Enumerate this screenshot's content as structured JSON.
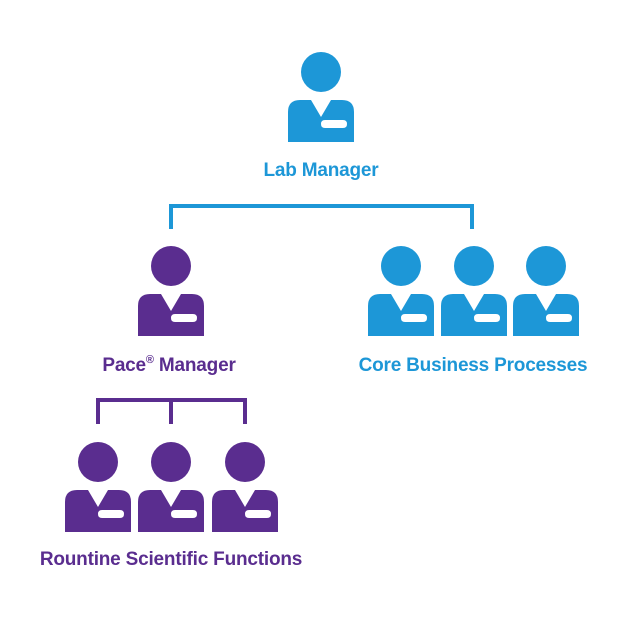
{
  "colors": {
    "blue": "#1d97d7",
    "purple": "#5a2d8f"
  },
  "nodes": {
    "lab_manager": {
      "label": "Lab Manager",
      "icon": "person-icon",
      "count": 1
    },
    "pace_manager": {
      "label_main": "Pace",
      "label_mark": "®",
      "label_rest": " Manager",
      "icon": "person-icon",
      "count": 1
    },
    "core_business": {
      "label": "Core Business Processes",
      "icon": "person-icon",
      "count": 3
    },
    "routine_functions": {
      "label": "Rountine Scientific Functions",
      "icon": "person-icon",
      "count": 3
    }
  }
}
